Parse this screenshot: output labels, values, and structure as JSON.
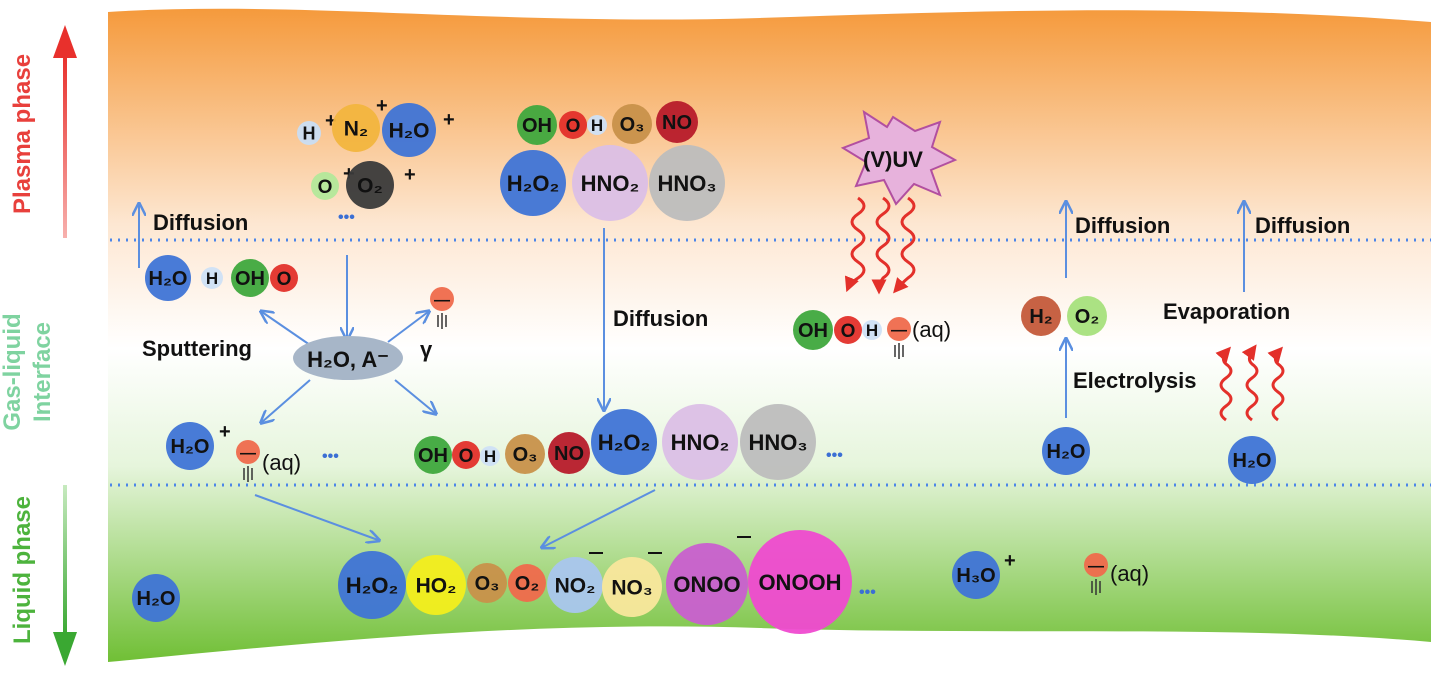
{
  "phases": {
    "plasma": "Plasma phase",
    "interface": [
      "Gas-liquid",
      "Interface"
    ],
    "liquid": "Liquid phase"
  },
  "labels": {
    "diffusion": "Diffusion",
    "sputtering": "Sputtering",
    "gamma": "γ",
    "vuv": "(V)UV",
    "evaporation": "Evaporation",
    "electrolysis": "Electrolysis",
    "aq": "(aq)",
    "h2o_a": "H₂O, A⁻",
    "ellipsis": "•••"
  },
  "species": {
    "h2o": "H₂O",
    "h3o": "H₃O",
    "h": "H",
    "oh": "OH",
    "o": "O",
    "o2": "O₂",
    "o3": "O₃",
    "no": "NO",
    "n2": "N₂",
    "h2o2": "H₂O₂",
    "hno2": "HNO₂",
    "hno3": "HNO₃",
    "ho2": "HO₂",
    "no2": "NO₂",
    "no3": "NO₃",
    "onoo": "ONOO",
    "onooh": "ONOOH",
    "h2": "H₂",
    "electron": "—",
    "plus": "+"
  },
  "colors": {
    "plasma_top": "#f59a3c",
    "plasma_bottom": "#fde9d6",
    "liquid_top": "#e9f7e0",
    "liquid_bottom": "#74c13a",
    "plasma_arrow": "#e8403c",
    "liquid_arrow": "#4db33d",
    "interface_text": "#7fd3a0",
    "blue": "#3b6fd4",
    "arrow_blue": "#5b8fe0"
  }
}
